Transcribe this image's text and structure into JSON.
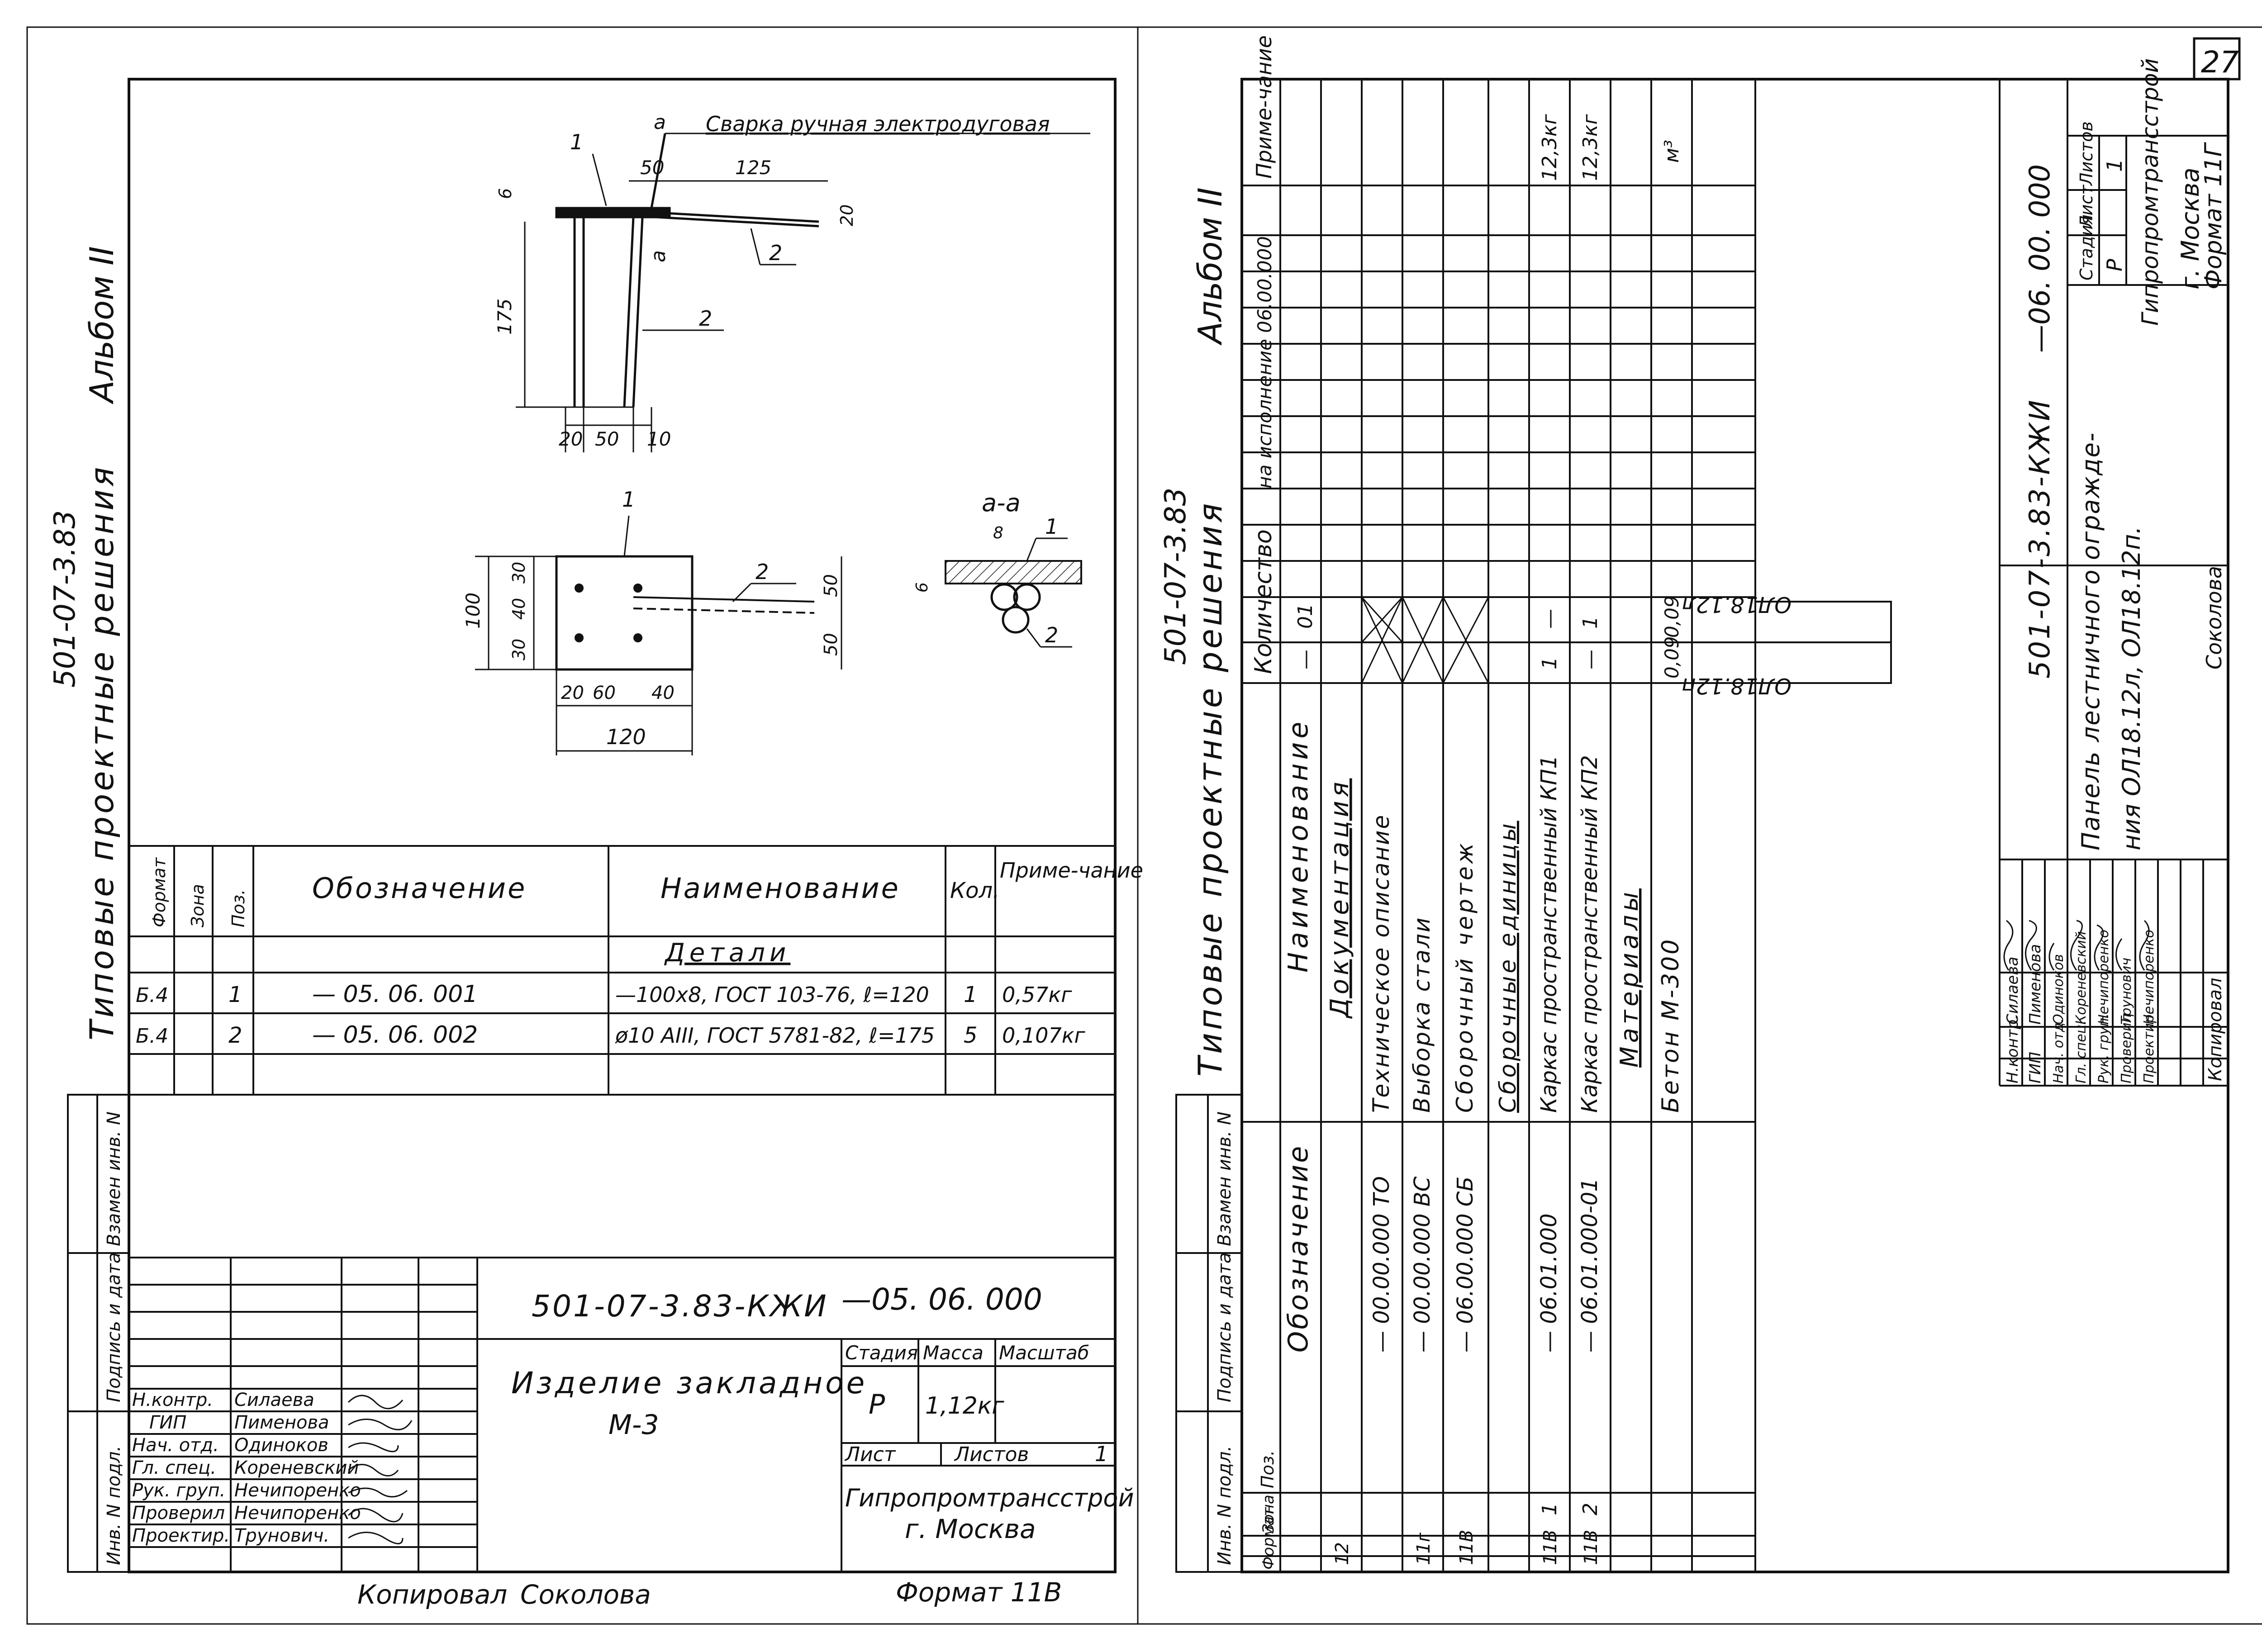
{
  "sheet_number": "27",
  "left": {
    "album": "Альбом II",
    "series_code": "501-07-3.83",
    "series_title": "Типовые проектные решения",
    "weld_note": "Сварка ручная электродуговая",
    "section_mark": "а",
    "section_label": "а-а",
    "pos1": "1",
    "pos2": "2",
    "dims": {
      "d6": "6",
      "d50a": "50",
      "d125": "125",
      "d20v": "20",
      "d175": "175",
      "d20": "20",
      "d50b": "50",
      "d10": "10",
      "d100": "100",
      "d30a": "30",
      "d40": "40",
      "d30b": "30",
      "d20c": "20",
      "d60": "60",
      "d40b": "40",
      "d120": "120",
      "d50c": "50",
      "d50d": "50",
      "d8": "8",
      "d6b": "6"
    },
    "spec_headers": {
      "format": "Формат",
      "zone": "Зона",
      "pos": "Поз.",
      "designation": "Обозначение",
      "name": "Наименование",
      "qty": "Кол.",
      "note": "Приме-чание"
    },
    "spec_section": "Детали",
    "spec_rows": [
      {
        "format": "Б.4",
        "pos": "1",
        "designation": "— 05. 06. 001",
        "name": "—100х8, ГОСТ 103-76, ℓ=120",
        "qty": "1",
        "note": "0,57кг"
      },
      {
        "format": "Б.4",
        "pos": "2",
        "designation": "— 05. 06. 002",
        "name": "ø10 АIII, ГОСТ 5781-82, ℓ=175",
        "qty": "5",
        "note": "0,107кг"
      }
    ],
    "side_labels": [
      "Инв. N подл.",
      "Подпись и дата",
      "Взамен инв. N"
    ],
    "title_block": {
      "doc_code": "501-07-3.83-КЖИ",
      "doc_suffix": "—05. 06. 000",
      "title_line1": "Изделие закладное",
      "title_line2": "М-3",
      "stage_label": "Стадия",
      "mass_label": "Масса",
      "scale_label": "Масштаб",
      "stage": "Р",
      "mass": "1,12кг",
      "sheet_label": "Лист",
      "sheets_label": "Листов",
      "sheets": "1",
      "org": "Гипропромтрансстрой",
      "city": "г. Москва",
      "roles": [
        {
          "role": "Н.контр.",
          "person": "Силаева"
        },
        {
          "role": "ГИП",
          "person": "Пименова"
        },
        {
          "role": "Нач. отд.",
          "person": "Одиноков"
        },
        {
          "role": "Гл. спец.",
          "person": "Кореневский"
        },
        {
          "role": "Рук. груп.",
          "person": "Нечипоренко"
        },
        {
          "role": "Проверил",
          "person": "Нечипоренко"
        },
        {
          "role": "Проектир.",
          "person": "Трунович."
        }
      ]
    },
    "copied": "Копировал",
    "copier": "Соколова",
    "format_label": "Формат 11В"
  },
  "right": {
    "album": "Альбом II",
    "series_code": "501-07-3.83",
    "series_title": "Типовые проектные решения",
    "headers": {
      "format": "Формат",
      "zone": "Зона",
      "pos": "Поз.",
      "designation": "Обозначение",
      "name": "Наименование",
      "qty": "Количество",
      "qty_on": "на исполнение 06.00.000",
      "note": "Приме-чание",
      "var_dash": "—",
      "var_01": "01"
    },
    "rows": [
      {
        "format": "12",
        "pos": "",
        "designation": "",
        "name": "Документация",
        "section": true,
        "q0": "",
        "q1": "",
        "note": ""
      },
      {
        "format": "",
        "pos": "",
        "designation": "— 00.00.000 ТО",
        "name": "Техническое описание",
        "section": false,
        "q0": "",
        "q1": "",
        "note": "",
        "cross": true
      },
      {
        "format": "11г",
        "pos": "",
        "designation": "— 00.00.000 ВС",
        "name": "Выборка стали",
        "section": false,
        "q0": "",
        "q1": "",
        "note": "",
        "cross": true
      },
      {
        "format": "11В",
        "pos": "",
        "designation": "— 06.00.000 СБ",
        "name": "Сборочный чертеж",
        "section": false,
        "q0": "",
        "q1": "",
        "note": "",
        "cross": true
      },
      {
        "format": "",
        "pos": "",
        "designation": "",
        "name": "Сборочные единицы",
        "section": true,
        "q0": "",
        "q1": "",
        "note": ""
      },
      {
        "format": "11В",
        "pos": "1",
        "designation": "— 06.01.000",
        "name": "Каркас пространственный КП1",
        "section": false,
        "q0": "1",
        "q1": "—",
        "note": "12,3кг"
      },
      {
        "format": "11В",
        "pos": "2",
        "designation": "— 06.01.000-01",
        "name": "Каркас пространственный КП2",
        "section": false,
        "q0": "—",
        "q1": "1",
        "note": "12,3кг"
      },
      {
        "format": "",
        "pos": "",
        "designation": "",
        "name": "Материалы",
        "section": true,
        "q0": "",
        "q1": "",
        "note": ""
      },
      {
        "format": "",
        "pos": "",
        "designation": "",
        "name": "Бетон  М-300",
        "section": false,
        "q0": "0,09",
        "q1": "0,09",
        "note": "м³"
      }
    ],
    "marks": [
      "ОЛ18.12л",
      "ОЛ18.12п"
    ],
    "title_block": {
      "doc_code": "501-07-3.83-КЖИ",
      "doc_suffix": "—06. 00. 000",
      "title_line1": "Панель лестничного огражде-",
      "title_line2": "ния ОЛ18.12л, ОЛ18.12п.",
      "stage_label": "Стадия",
      "sheet_label": "Лист",
      "sheets_label": "Листов",
      "stage": "Р",
      "sheets": "1",
      "org": "Гипропромтрансстрой",
      "city": "г. Москва",
      "roles": [
        {
          "role": "Н.контр.",
          "person": "Силаева"
        },
        {
          "role": "ГИП",
          "person": "Пименова"
        },
        {
          "role": "Нач. отд.",
          "person": "Одиноков"
        },
        {
          "role": "Гл. спец.",
          "person": "Кореневский"
        },
        {
          "role": "Рук. груп.",
          "person": "Нечипоренко"
        },
        {
          "role": "Проверил",
          "person": "Трунович"
        },
        {
          "role": "Проектир.",
          "person": "Нечипоренко"
        }
      ]
    },
    "copied": "Копировал",
    "copier": "Соколова",
    "format_label": "Формат 11Г"
  }
}
